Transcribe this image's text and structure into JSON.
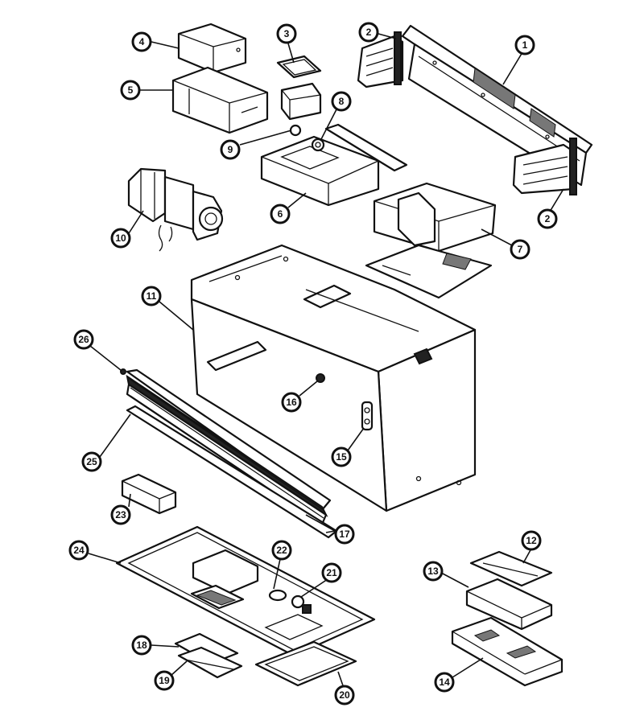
{
  "callouts": [
    {
      "id": "c1",
      "label": "1"
    },
    {
      "id": "c2a",
      "label": "2"
    },
    {
      "id": "c2b",
      "label": "2"
    },
    {
      "id": "c3",
      "label": "3"
    },
    {
      "id": "c4",
      "label": "4"
    },
    {
      "id": "c5",
      "label": "5"
    },
    {
      "id": "c6",
      "label": "6"
    },
    {
      "id": "c7",
      "label": "7"
    },
    {
      "id": "c8",
      "label": "8"
    },
    {
      "id": "c9",
      "label": "9"
    },
    {
      "id": "c10",
      "label": "10"
    },
    {
      "id": "c11",
      "label": "11"
    },
    {
      "id": "c12",
      "label": "12"
    },
    {
      "id": "c13",
      "label": "13"
    },
    {
      "id": "c14",
      "label": "14"
    },
    {
      "id": "c15",
      "label": "15"
    },
    {
      "id": "c16",
      "label": "16"
    },
    {
      "id": "c17",
      "label": "17"
    },
    {
      "id": "c18",
      "label": "18"
    },
    {
      "id": "c19",
      "label": "19"
    },
    {
      "id": "c20",
      "label": "20"
    },
    {
      "id": "c21",
      "label": "21"
    },
    {
      "id": "c22",
      "label": "22"
    },
    {
      "id": "c23",
      "label": "23"
    },
    {
      "id": "c24",
      "label": "24"
    },
    {
      "id": "c25",
      "label": "25"
    },
    {
      "id": "c26",
      "label": "26"
    }
  ]
}
